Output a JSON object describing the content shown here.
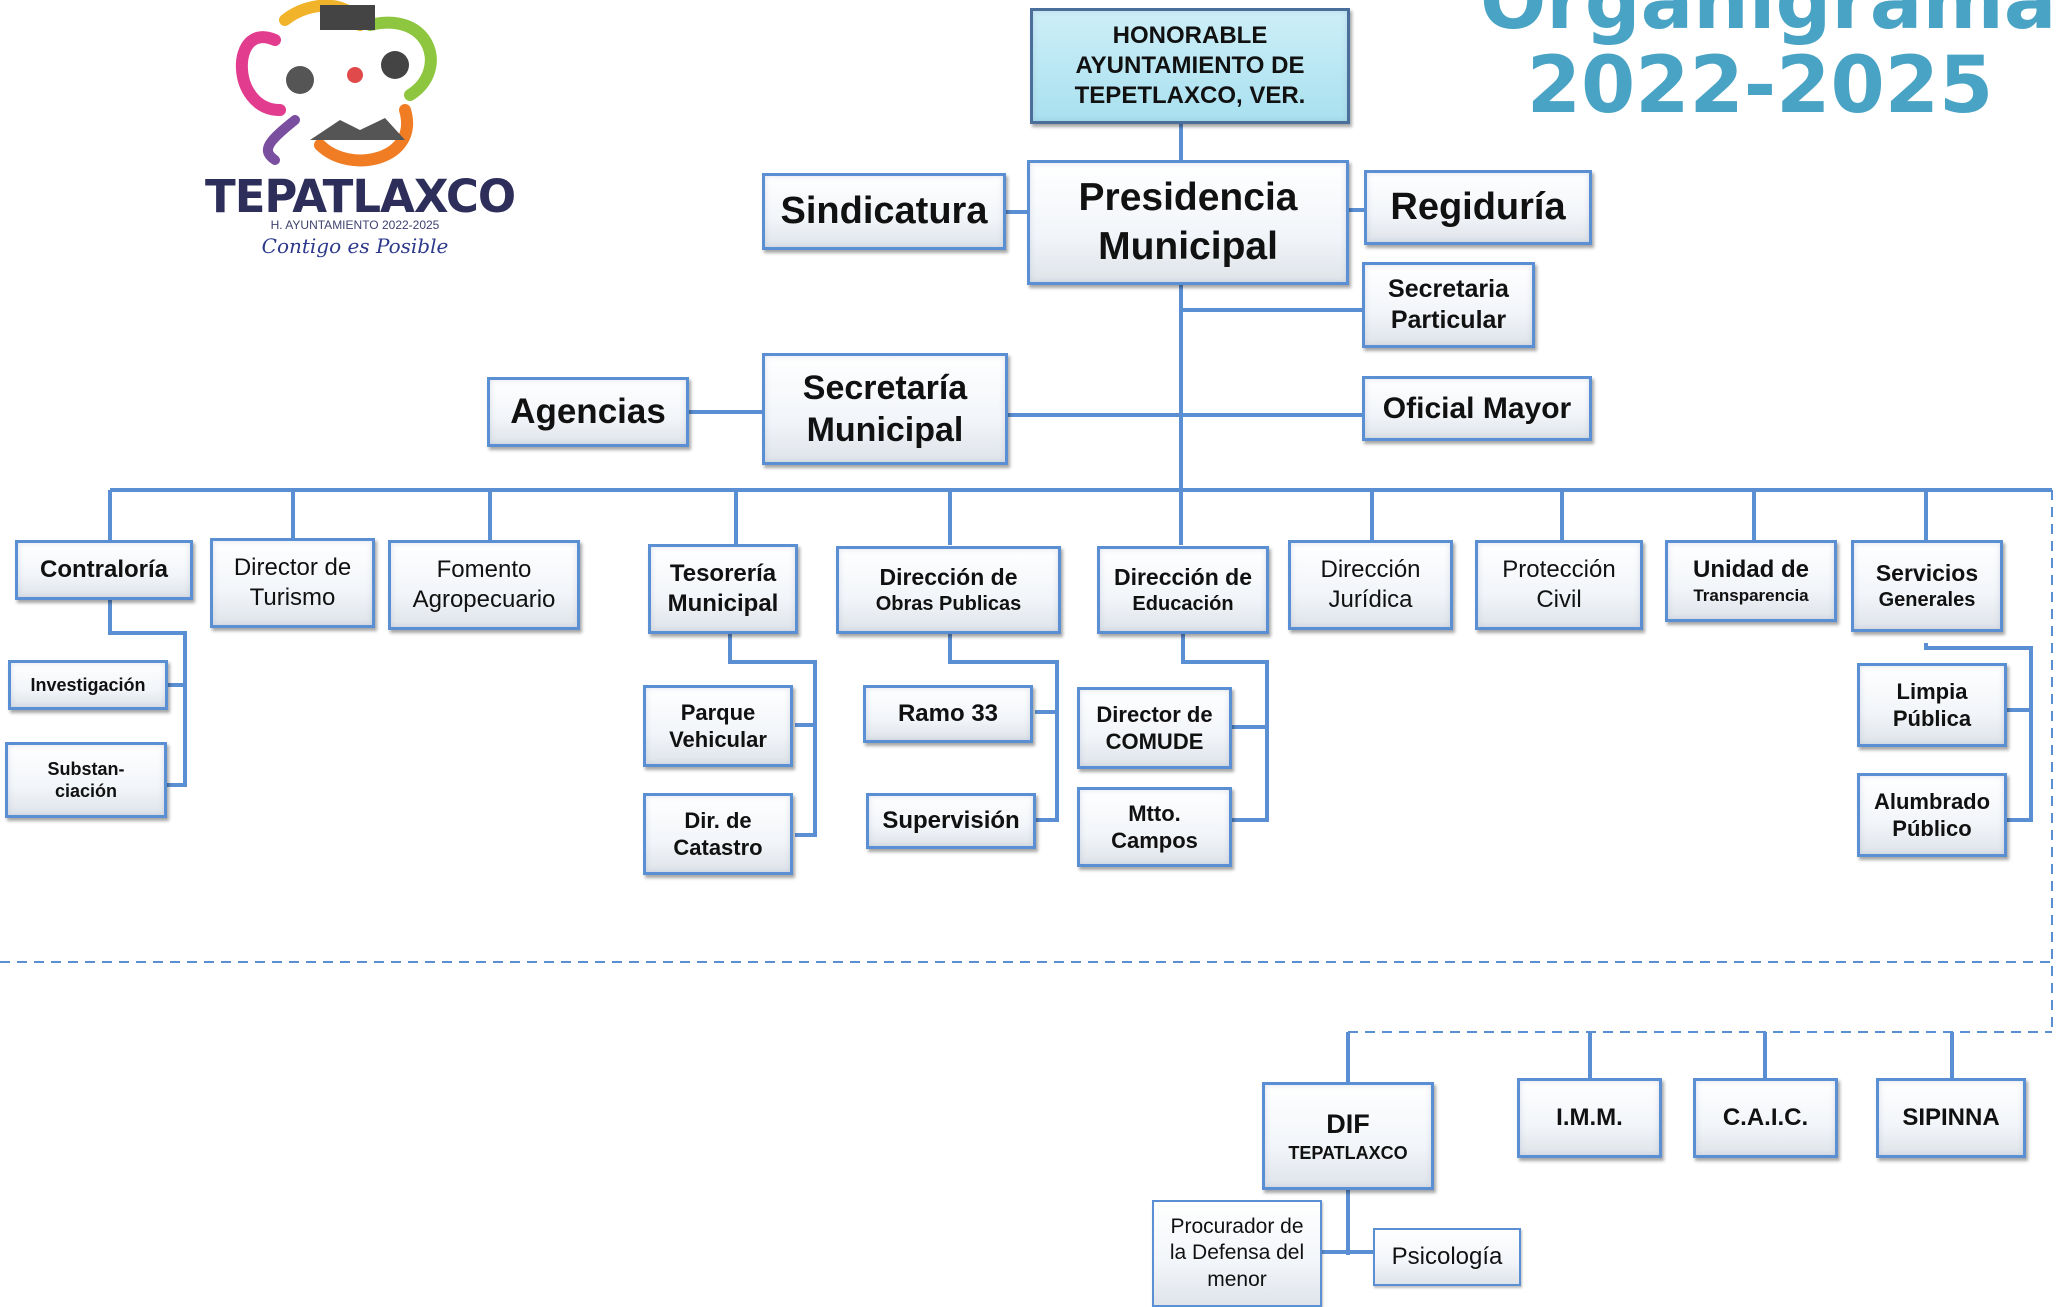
{
  "title": {
    "line1": "Organigrama",
    "line2": "2022-2025"
  },
  "logo": {
    "name": "TEPATLAXCO",
    "subtitle": "H. AYUNTAMIENTO 2022-2025",
    "slogan": "Contigo es Posible"
  },
  "colors": {
    "accent": "#49a3c4",
    "border": "#5b8fd3",
    "top_fill": "#a9e0ef",
    "line": "#5b8fd3"
  },
  "boxes": {
    "ayuntamiento": [
      "HONORABLE",
      "AYUNTAMIENTO DE",
      "TEPETLAXCO, VER."
    ],
    "presidencia": [
      "Presidencia",
      "Municipal"
    ],
    "sindicatura": [
      "Sindicatura"
    ],
    "regiduria": [
      "Regiduría"
    ],
    "secretaria_particular": [
      "Secretaria",
      "Particular"
    ],
    "secretaria_municipal": [
      "Secretaría",
      "Municipal"
    ],
    "agencias": [
      "Agencias"
    ],
    "oficial_mayor": [
      "Oficial Mayor"
    ],
    "contraloria": [
      "Contraloría"
    ],
    "investigacion": [
      "Investigación"
    ],
    "substanciacion": [
      "Substan-",
      "ciación"
    ],
    "turismo": [
      "Director de",
      "Turismo"
    ],
    "fomento": [
      "Fomento",
      "Agropecuario"
    ],
    "tesoreria": [
      "Tesorería",
      "Municipal"
    ],
    "parque": [
      "Parque",
      "Vehicular"
    ],
    "catastro": [
      "Dir. de",
      "Catastro"
    ],
    "obras": [
      "Dirección de",
      "Obras Publicas"
    ],
    "ramo33": [
      "Ramo 33"
    ],
    "supervision": [
      "Supervisión"
    ],
    "educacion": [
      "Dirección de",
      "Educación"
    ],
    "comude": [
      "Director de",
      "COMUDE"
    ],
    "mtto": [
      "Mtto.",
      "Campos"
    ],
    "juridica": [
      "Dirección",
      "Jurídica"
    ],
    "proteccion": [
      "Protección",
      "Civil"
    ],
    "transparencia": [
      "Unidad de",
      "Transparencia"
    ],
    "servicios": [
      "Servicios",
      "Generales"
    ],
    "limpia": [
      "Limpia",
      "Pública"
    ],
    "alumbrado": [
      "Alumbrado",
      "Público"
    ],
    "dif": [
      "DIF",
      "TEPATLAXCO"
    ],
    "imm": [
      "I.M.M."
    ],
    "caic": [
      "C.A.I.C."
    ],
    "sipinna": [
      "SIPINNA"
    ],
    "procurador": [
      "Procurador de",
      "la Defensa del",
      "menor"
    ],
    "psicologia": [
      "Psicología"
    ]
  }
}
